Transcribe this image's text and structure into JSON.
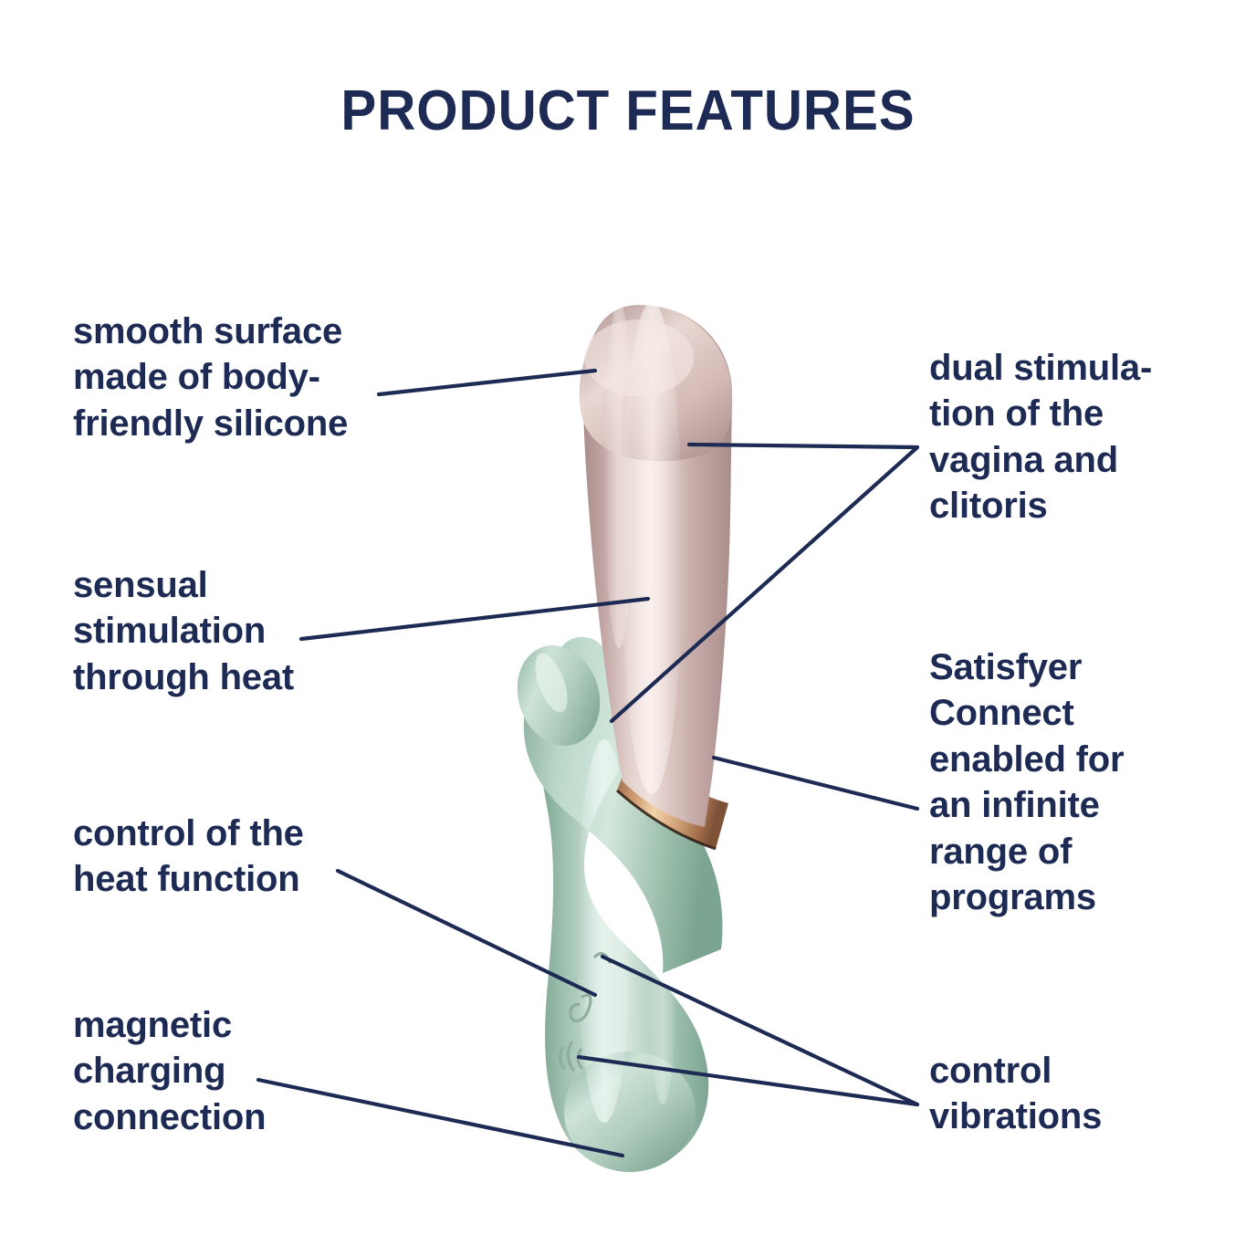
{
  "header": {
    "title": "PRODUCT FEATURES"
  },
  "colors": {
    "text_navy": "#1c2a54",
    "background": "#ffffff",
    "shaft_rose": "#d9c1bd",
    "shaft_rose_shadow": "#a98d8b",
    "body_mint": "#9dbfae",
    "body_mint_light": "#d7e8de",
    "accent_gold": "#d7a87c",
    "leader_line": "#1c2a54"
  },
  "callouts": {
    "left": [
      {
        "id": "smooth-surface",
        "text": "smooth surface\nmade of body-\nfriendly silicone",
        "anchor": "shaft-tip"
      },
      {
        "id": "sensual-stimulation",
        "text": "sensual\nstimulation\nthrough heat",
        "anchor": "shaft-mid"
      },
      {
        "id": "heat-control",
        "text": "control of the\nheat function",
        "anchor": "heat-control-icon"
      },
      {
        "id": "magnetic-charging",
        "text": "magnetic\ncharging\nconnection",
        "anchor": "handle-bottom-bulb"
      }
    ],
    "right": [
      {
        "id": "dual-stimulation",
        "text": "dual stimula-\ntion of the\nvagina and\nclitoris",
        "anchor": "shaft-and-clitoral-arm"
      },
      {
        "id": "satisfyer-connect",
        "text": "Satisfyer\nConnect\nenabled for\nan infinite\nrange of\nprograms",
        "anchor": "shaft-lower"
      },
      {
        "id": "control-vibrations",
        "text": "control\nvibrations",
        "anchor": "vibration-control-icons"
      }
    ]
  },
  "product": {
    "parts": [
      {
        "name": "shaft",
        "material": "silicone",
        "color": "rose gold"
      },
      {
        "name": "clitoral arm",
        "material": "silicone",
        "color": "mint green"
      },
      {
        "name": "handle",
        "material": "silicone",
        "color": "mint green"
      },
      {
        "name": "accent band",
        "color": "gold"
      }
    ],
    "controls": [
      {
        "name": "heat-control-icon",
        "symbol": "heat"
      },
      {
        "name": "vibration-control-icon",
        "symbol": "vibration waves"
      }
    ]
  }
}
